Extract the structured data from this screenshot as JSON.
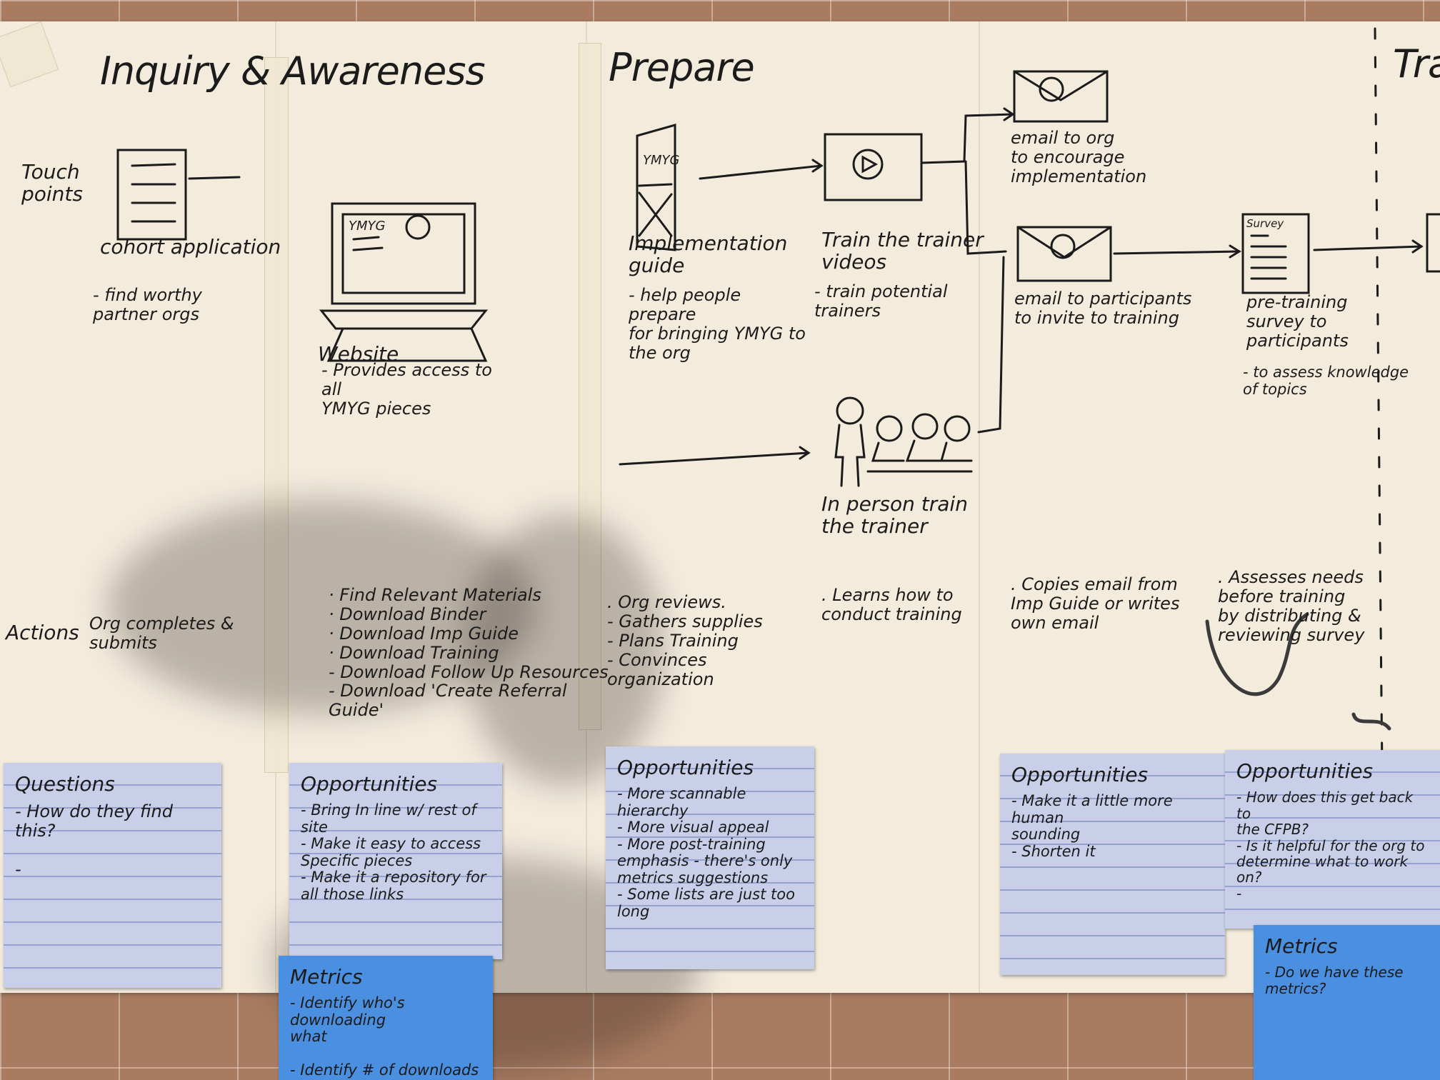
{
  "stages": {
    "inquiry": "Inquiry & Awareness",
    "prepare": "Prepare",
    "train": "Trai"
  },
  "row_labels": {
    "touchpoints": "Touch points",
    "actions": "Actions"
  },
  "touchpoints": {
    "cohort": {
      "label": "cohort application",
      "note": "- find worthy partner orgs"
    },
    "website": {
      "label": "Website",
      "note": "- Provides access to all\nYMYG pieces",
      "screen_text": "YMYG"
    },
    "guide": {
      "label": "Implementation\nguide",
      "note": "- help people prepare\nfor bringing YMYG to\nthe org",
      "cover_text": "YMYG"
    },
    "videos": {
      "label": "Train the trainer\nvideos",
      "note": "- train potential\ntrainers"
    },
    "inperson": {
      "label": "In person train\nthe trainer"
    },
    "email_org": {
      "label": "email to org\nto encourage\nimplementation"
    },
    "email_part": {
      "label": "email to participants\nto invite to training"
    },
    "survey": {
      "label": "pre-training\nsurvey to\nparticipants",
      "note": "- to assess knowledge\nof topics",
      "header_text": "Survey"
    }
  },
  "actions": {
    "a1": "Org completes &\nsubmits",
    "a2": "· Find Relevant Materials\n· Download Binder\n· Download Imp Guide\n· Download Training\n- Download Follow Up Resources\n- Download 'Create Referral Guide'",
    "a3": ". Org reviews.\n- Gathers supplies\n- Plans Training\n- Convinces organization",
    "a4": ". Learns how to\nconduct training",
    "a5": ". Copies email from\nImp Guide or writes\nown email",
    "a6": ". Assesses needs\nbefore training\nby distributing &\nreviewing survey"
  },
  "stickies": {
    "s1": {
      "title": "Questions",
      "body": "- How do they find\nthis?\n\n-"
    },
    "s2": {
      "title": "Opportunities",
      "body": "- Bring In line w/ rest of\nsite\n- Make it easy to access\nSpecific pieces\n- Make it a repository for\nall those links"
    },
    "s3": {
      "title": "Opportunities",
      "body": "- More scannable hierarchy\n- More visual appeal\n- More post-training\nemphasis - there's only\nmetrics suggestions\n- Some lists are just too long"
    },
    "s4": {
      "title": "Opportunities",
      "body": "- Make it a little more human\nsounding\n- Shorten it"
    },
    "s5": {
      "title": "Opportunities",
      "body": "- How does this get back to\nthe CFPB?\n- Is it helpful for the org to\ndetermine what to work on?\n-"
    },
    "m1": {
      "title": "Metrics",
      "body": "- Identify who's downloading\nwhat\n\n- Identify # of downloads"
    },
    "m2": {
      "title": "Metrics",
      "body": "- Do we have these metrics?"
    }
  }
}
